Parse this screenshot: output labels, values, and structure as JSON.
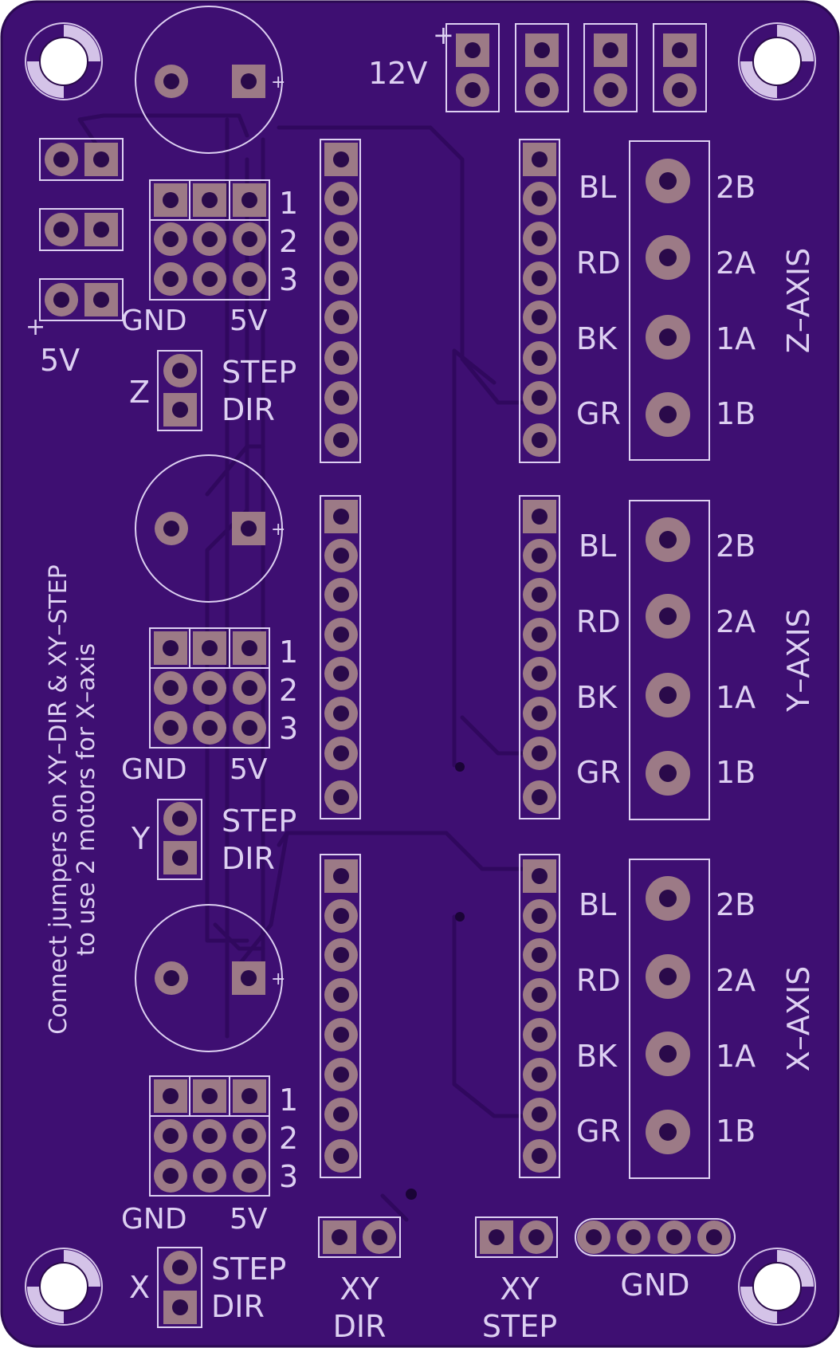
{
  "colors": {
    "board": "#3e0f72",
    "board_edge": "#2b0a52",
    "trace": "#30085e",
    "silk": "#ddd0f2",
    "pad": "#9c7a86",
    "hole": "#2a0a4a",
    "mount_ring": "#d4c3e8"
  },
  "power": {
    "v12_label": "12V",
    "plus": "+",
    "v5_label": "5V"
  },
  "jumper_header": {
    "rows": [
      "1",
      "2",
      "3"
    ],
    "gnd": "GND",
    "v5": "5V"
  },
  "axes": [
    {
      "key": "z",
      "letter": "Z",
      "step": "STEP",
      "dir": "DIR",
      "axis_label": "Z–AXIS",
      "wires": [
        {
          "color": "BL",
          "pin": "2B"
        },
        {
          "color": "RD",
          "pin": "2A"
        },
        {
          "color": "BK",
          "pin": "1A"
        },
        {
          "color": "GR",
          "pin": "1B"
        }
      ]
    },
    {
      "key": "y",
      "letter": "Y",
      "step": "STEP",
      "dir": "DIR",
      "axis_label": "Y–AXIS",
      "wires": [
        {
          "color": "BL",
          "pin": "2B"
        },
        {
          "color": "RD",
          "pin": "2A"
        },
        {
          "color": "BK",
          "pin": "1A"
        },
        {
          "color": "GR",
          "pin": "1B"
        }
      ]
    },
    {
      "key": "x",
      "letter": "X",
      "step": "STEP",
      "dir": "DIR",
      "axis_label": "X–AXIS",
      "wires": [
        {
          "color": "BL",
          "pin": "2B"
        },
        {
          "color": "RD",
          "pin": "2A"
        },
        {
          "color": "BK",
          "pin": "1A"
        },
        {
          "color": "GR",
          "pin": "1B"
        }
      ]
    }
  ],
  "note": {
    "line1": "Connect jumpers on XY–DIR & XY–STEP",
    "line2": "to use 2 motors for X–axis"
  },
  "bottom": {
    "xy": "XY",
    "dir": "DIR",
    "step": "STEP",
    "gnd": "GND"
  }
}
